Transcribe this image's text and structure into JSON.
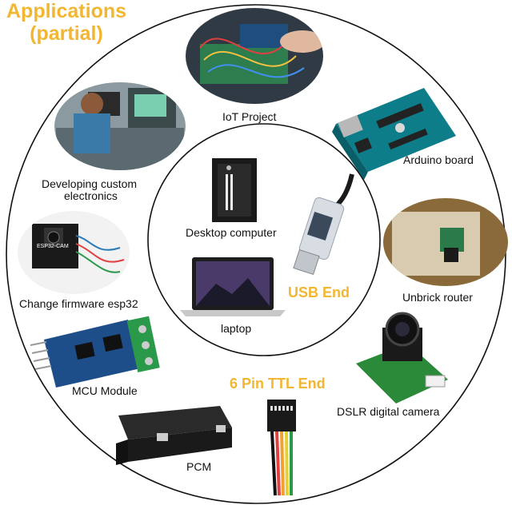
{
  "title": {
    "line1": "Applications",
    "line2": "(partial)"
  },
  "labels": {
    "iot": "IoT Project",
    "arduino": "Arduino board",
    "dev1": "Developing custom",
    "dev2": "electronics",
    "desktop": "Desktop computer",
    "laptop": "laptop",
    "router": "Unbrick router",
    "esp32": "Change firmware esp32",
    "usb_end": "USB End",
    "mcu": "MCU Module",
    "dslr": "DSLR digital camera",
    "ttl_end": "6 Pin TTL End",
    "pcm": "PCM",
    "esp_chip": "ESP32-CAM"
  },
  "colors": {
    "accent": "#f2b632",
    "circle": "#111111",
    "pcb_green": "#1f7a4a",
    "arduino_teal": "#0d7d8a"
  }
}
